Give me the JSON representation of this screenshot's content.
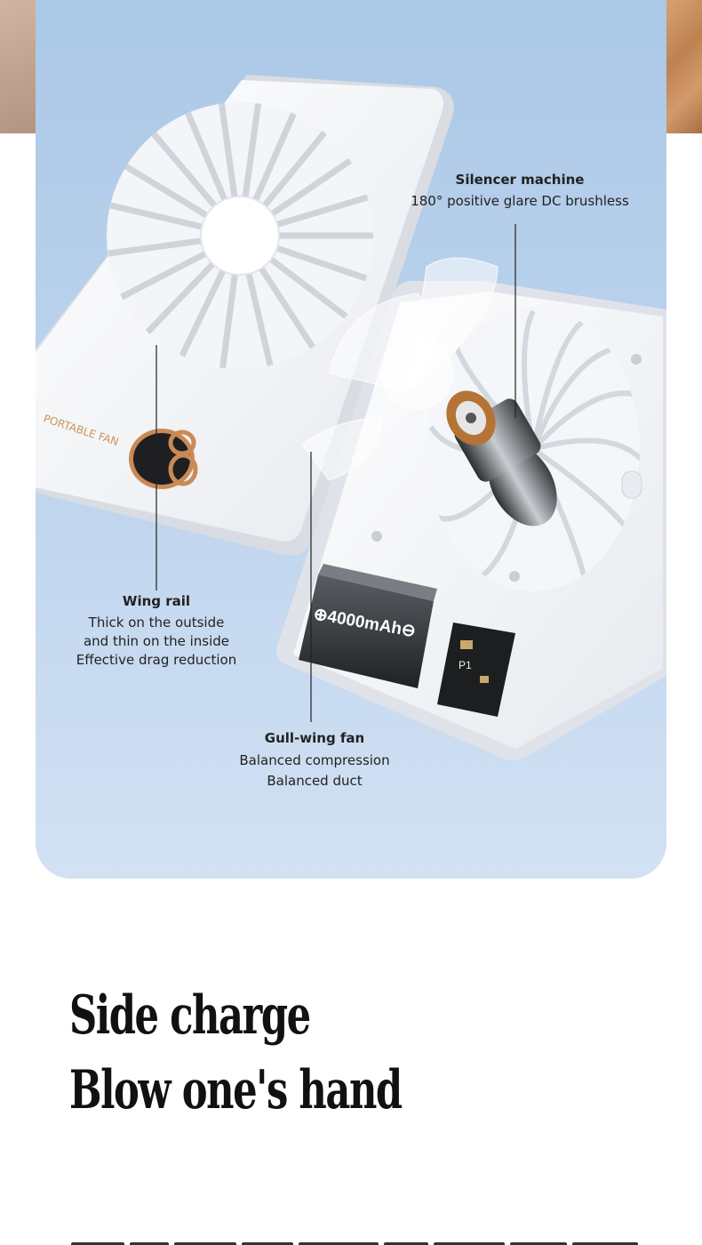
{
  "labels": {
    "silencer": {
      "title": "Silencer machine",
      "line1": "180° positive glare DC brushless"
    },
    "wing": {
      "title": "Wing rail",
      "line1": "Thick on the outside",
      "line2": "and thin on the inside",
      "line3": "Effective drag reduction"
    },
    "gull": {
      "title": "Gull-wing fan",
      "line1": "Balanced compression",
      "line2": "Balanced duct"
    }
  },
  "product": {
    "badge_text": "PORTABLE FAN",
    "battery_text": "4000mAh",
    "chip_text": "P1"
  },
  "headline": {
    "line1": "Side charge",
    "line2": "Blow one's hand"
  },
  "colors": {
    "panel_top": "#abc8e7",
    "panel_bottom": "#d2e1f3",
    "accent_gold": "#c98a55"
  }
}
